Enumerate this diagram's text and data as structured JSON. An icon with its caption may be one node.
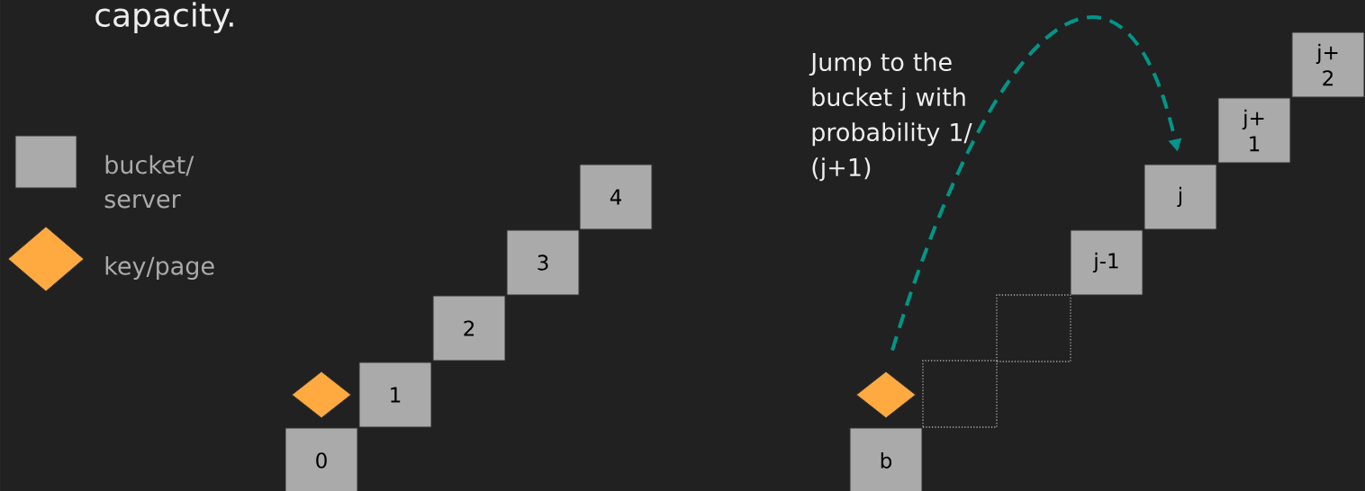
{
  "diagram": {
    "nodes": [
      {
        "text": [
          "0"
        ]
      },
      {
        "text": [
          "1"
        ]
      },
      {
        "text": [
          "2"
        ]
      },
      {
        "text": [
          "3"
        ]
      },
      {
        "text": [
          "4"
        ]
      },
      {
        "text": [],
        "shape": "diamond"
      },
      {
        "text": [
          "b"
        ]
      },
      {
        "text": [],
        "shape": "box"
      },
      {
        "text": [],
        "shape": "box"
      },
      {
        "text": [
          "j-1"
        ]
      },
      {
        "text": [
          "j"
        ]
      },
      {
        "text": [
          "j+ 1"
        ]
      },
      {
        "text": [
          "j+ 2"
        ]
      },
      {
        "text": [],
        "shape": "diamond"
      }
    ],
    "edges": [
      {
        "from": 13,
        "to": 10,
        "arrow": "to",
        "style": "dashed",
        "color": "#009688"
      }
    ],
    "labels": [
      "capacity.",
      "Jump to the bucket j with probability 1/ (j+1)"
    ],
    "legend": [
      {
        "text": "bucket/ server",
        "color": "#aaaaaa"
      },
      {
        "text": "key/page",
        "color": "#ffaa40"
      }
    ]
  }
}
